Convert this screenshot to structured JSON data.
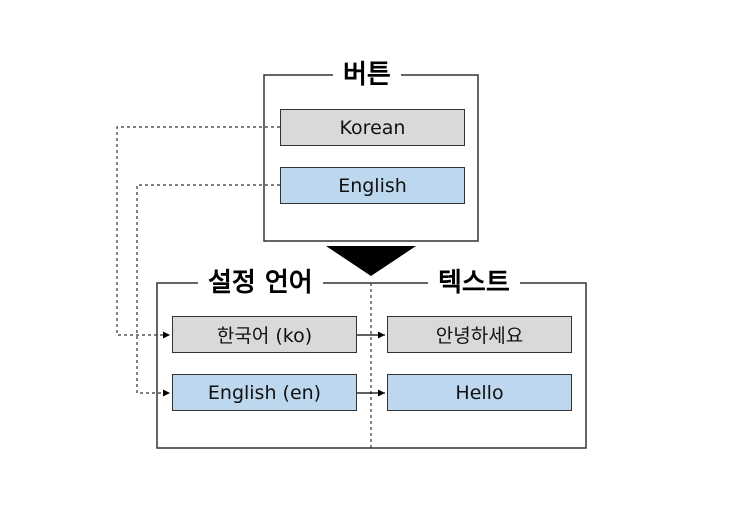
{
  "colors": {
    "gray_fill": "#d9d9d9",
    "blue_fill": "#bdd7ee",
    "stroke": "#333333"
  },
  "buttons_panel": {
    "title": "버튼",
    "korean_button": "Korean",
    "english_button": "English"
  },
  "language_panel": {
    "title": "설정 언어",
    "korean_value": "한국어 (ko)",
    "english_value": "English (en)"
  },
  "text_panel": {
    "title": "텍스트",
    "korean_text": "안녕하세요",
    "english_text": "Hello"
  }
}
